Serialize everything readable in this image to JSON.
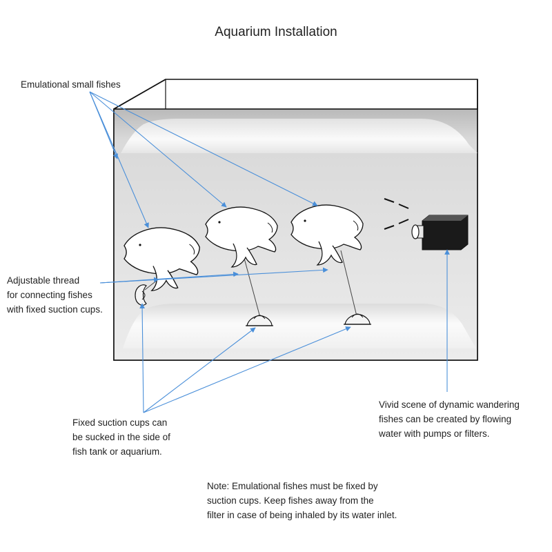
{
  "title": "Aquarium Installation",
  "labels": {
    "fishes": "Emulational small fishes",
    "thread": [
      "Adjustable thread",
      "for connecting fishes",
      "with fixed suction cups."
    ],
    "cups": [
      "Fixed suction cups can",
      "be sucked in the side of",
      "fish tank or aquarium."
    ],
    "pump": [
      "Vivid scene of dynamic wandering",
      "fishes can be created by flowing",
      "water with pumps or filters."
    ],
    "note": [
      "Note: Emulational fishes must be fixed by",
      "suction cups. Keep fishes away from the",
      "filter in case of being inhaled by its water inlet."
    ]
  },
  "colors": {
    "arrow": "#4a8fd9",
    "outline": "#111111",
    "glass": "#d8d8d8"
  },
  "icons": [
    "fish-icon",
    "suction-cup-icon",
    "pump-icon"
  ]
}
